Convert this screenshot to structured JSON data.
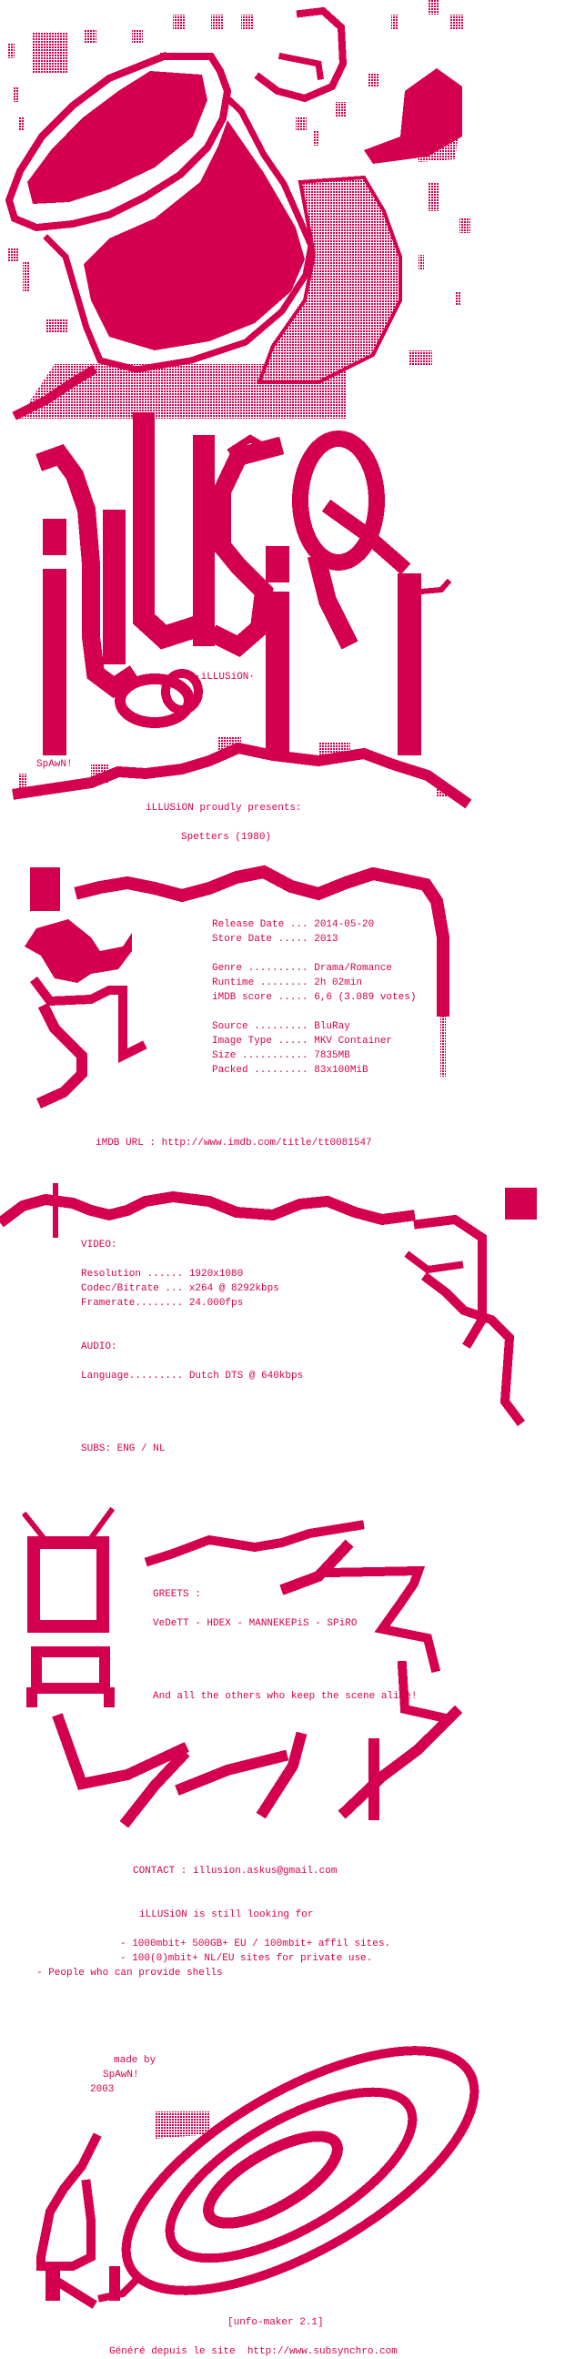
{
  "colors": {
    "ink": "#d4004f",
    "background": "#ffffff"
  },
  "header": {
    "logo_tag": "·iLLUSiON·",
    "artist": "SpAwN!",
    "presents": "iLLUSiON proudly presents:",
    "title": "Spetters (1980)"
  },
  "release_info": [
    {
      "label": "Release Date ... ",
      "value": "2014-05-20"
    },
    {
      "label": "Store Date ..... ",
      "value": "2013"
    },
    {
      "label": "",
      "value": ""
    },
    {
      "label": "Genre .......... ",
      "value": "Drama/Romance"
    },
    {
      "label": "Runtime ........ ",
      "value": "2h 02min"
    },
    {
      "label": "iMDB score ..... ",
      "value": "6,6 (3.089 votes)"
    },
    {
      "label": "",
      "value": ""
    },
    {
      "label": "Source ......... ",
      "value": "BluRay"
    },
    {
      "label": "Image Type ..... ",
      "value": "MKV Container"
    },
    {
      "label": "Size ........... ",
      "value": "7835MB"
    },
    {
      "label": "Packed ......... ",
      "value": "83x100MiB"
    }
  ],
  "imdb_url": "iMDB URL : http://www.imdb.com/title/tt0081547",
  "tech": {
    "video_heading": "VIDEO:",
    "video": [
      "Resolution ...... 1920x1080",
      "Codec/Bitrate ... x264 @ 8292kbps",
      "Framerate........ 24.000fps"
    ],
    "audio_heading": "AUDIO:",
    "audio": [
      "Language......... Dutch DTS @ 640kbps"
    ],
    "subs": "SUBS: ENG / NL"
  },
  "greets": {
    "heading": "GREETS :",
    "names": "VeDeTT - HDEX - MANNEKEPiS - SPiRO",
    "closing": "And all the others who keep the scene alive!"
  },
  "contact": "CONTACT : illusion.askus@gmail.com",
  "recruit": {
    "heading": "iLLUSiON is still looking for",
    "items": [
      "- 1000mbit+ 500GB+ EU / 100mbit+ affil sites.",
      "- 100(0)mbit+ NL/EU sites for private use.",
      "- People who can provide shells"
    ]
  },
  "credits": {
    "made_by": "made by",
    "artist": "SpAwN!",
    "year": "2003"
  },
  "footer": {
    "maker": "[unfo-maker 2.1]",
    "generated": "Généré depuis le site  http://www.subsynchro.com"
  }
}
